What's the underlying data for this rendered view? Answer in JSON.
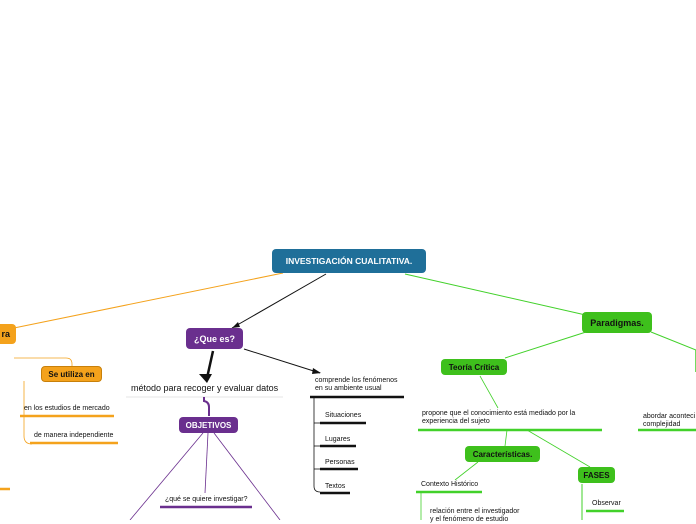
{
  "colors": {
    "root": "#1f6f99",
    "orange": "#f4a21c",
    "purple": "#6a2f8e",
    "green": "#3ec01c",
    "green_line": "#42d12a",
    "dark": "#111111"
  },
  "root": {
    "label": "INVESTIGACIÓN CUALITATIVA."
  },
  "left_branch": {
    "title_fragment": "ra",
    "se_utiliza": "Se utiliza en",
    "estudios": "en los estudios de mercado",
    "independiente": "de manera independiente"
  },
  "que_es": {
    "label": "¿Que es?",
    "metodo": "método para recoger y evaluar datos",
    "objetivos": "OBJETIVOS",
    "que_investigar": "¿qué se quiere investigar?",
    "comprende": [
      "comprende los fenómenos",
      "en su ambiente usual"
    ],
    "items": [
      "Situaciones",
      "Lugares",
      "Personas",
      "Textos"
    ]
  },
  "paradigmas": {
    "label": "Paradigmas.",
    "teoria": "Teoría Crítica",
    "propone": [
      "propone que el conocimiento está mediado por la",
      "experiencia del sujeto"
    ],
    "caracteristicas": "Características.",
    "contexto": "Contexto Histórico",
    "relacion": [
      "relación entre el investigador",
      "y el fenómeno de estudio"
    ],
    "fases": "FASES",
    "observar": "Observar",
    "abordar": [
      "abordar aconteci",
      "complejidad"
    ]
  }
}
